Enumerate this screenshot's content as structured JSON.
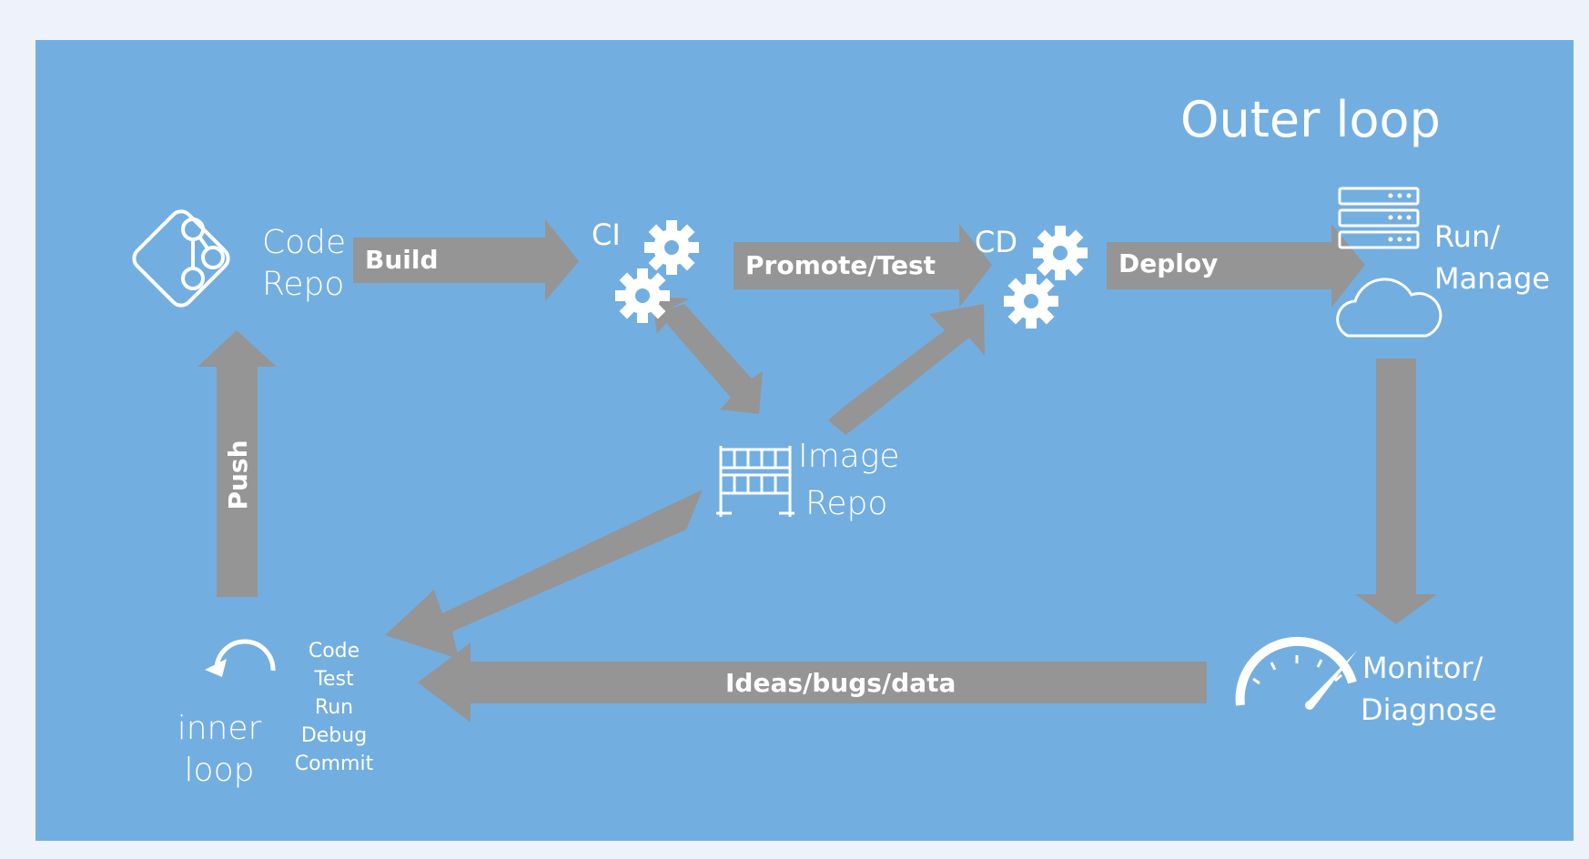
{
  "outer_loop": {
    "title": "Outer loop"
  },
  "nodes": {
    "code_repo": {
      "line1": "Code",
      "line2": "Repo",
      "icon": "git-branch-icon"
    },
    "ci": {
      "label": "CI",
      "icon": "gears-icon"
    },
    "cd": {
      "label": "CD",
      "icon": "gears-icon"
    },
    "image_repo": {
      "line1": "Image",
      "line2": "Repo",
      "icon": "container-registry-icon"
    },
    "run_manage": {
      "line1": "Run/",
      "line2": "Manage",
      "icon": "server-cloud-icon"
    },
    "monitor_diagnose": {
      "line1": "Monitor/",
      "line2": "Diagnose",
      "icon": "gauge-icon"
    },
    "inner_loop": {
      "line1": "inner",
      "line2": "loop",
      "icon": "undo-loop-icon"
    }
  },
  "inner_steps": [
    "Code",
    "Test",
    "Run",
    "Debug",
    "Commit"
  ],
  "arrows": {
    "build": "Build",
    "promote_test": "Promote/Test",
    "deploy": "Deploy",
    "push": "Push",
    "ideas": "Ideas/bugs/data"
  },
  "colors": {
    "page_background": "#eef3fb",
    "slide_background": "#73aee0",
    "arrow": "#959595",
    "text": "#ffffff"
  }
}
